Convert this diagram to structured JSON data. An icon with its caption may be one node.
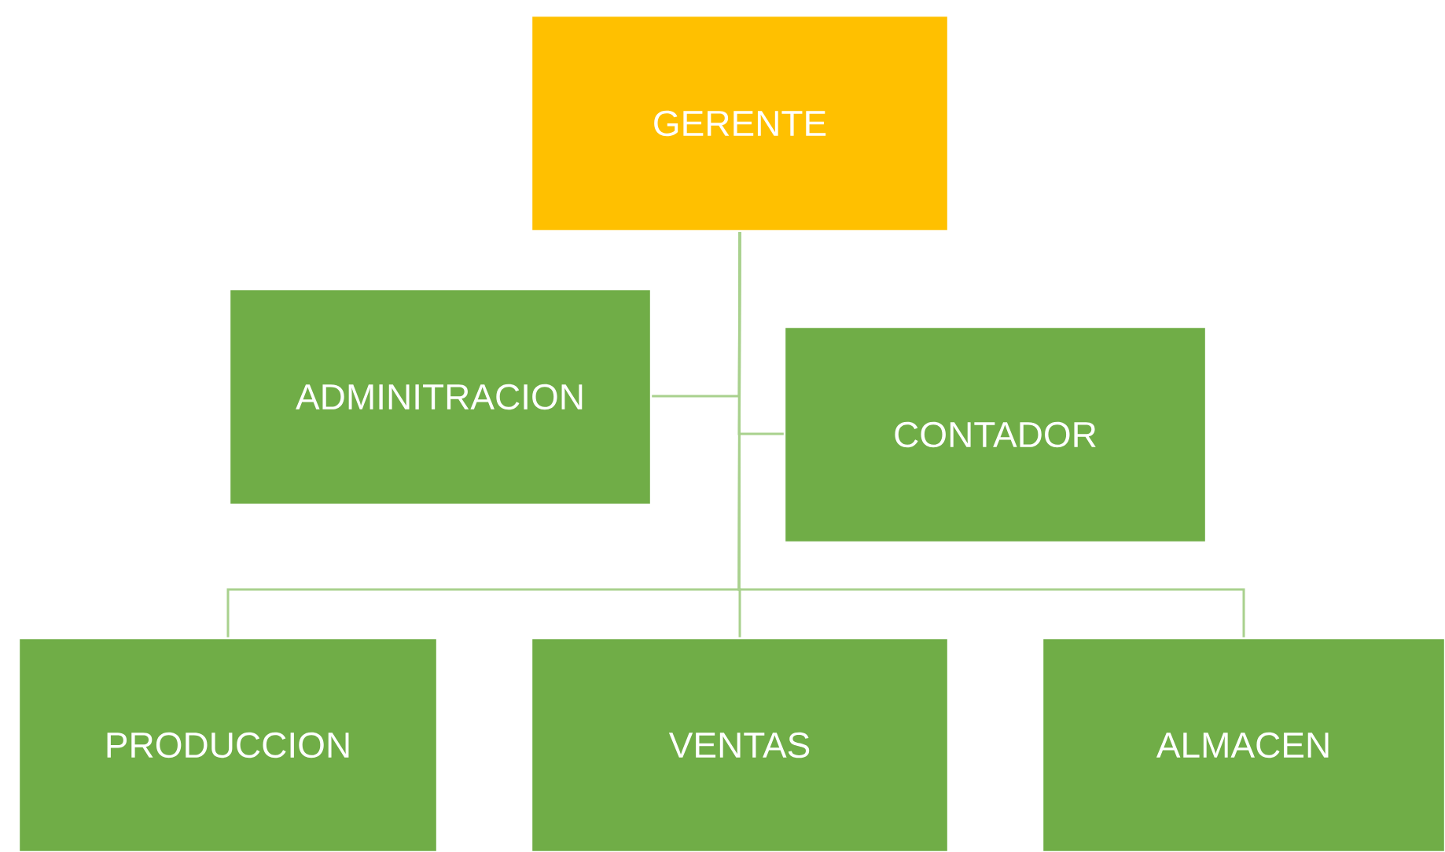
{
  "diagram": {
    "nodes": [
      {
        "text": [
          "GERENTE"
        ]
      },
      {
        "text": [
          "ADMINITRACION"
        ]
      },
      {
        "text": [
          "CONTADOR"
        ]
      },
      {
        "text": [
          "PRODUCCION"
        ]
      },
      {
        "text": [
          "VENTAS"
        ]
      },
      {
        "text": [
          "ALMACEN"
        ]
      }
    ],
    "edges": [
      {
        "from": 0,
        "to": 1,
        "arrow": "none"
      },
      {
        "from": 0,
        "to": 2,
        "arrow": "none"
      },
      {
        "from": 0,
        "to": 3,
        "arrow": "none"
      },
      {
        "from": 0,
        "to": 4,
        "arrow": "none"
      },
      {
        "from": 0,
        "to": 5,
        "arrow": "none"
      }
    ]
  }
}
